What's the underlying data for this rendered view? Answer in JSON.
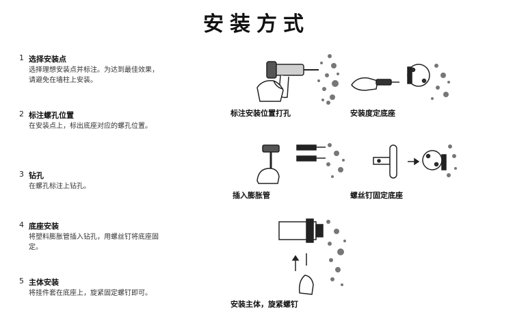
{
  "title": "安装方式",
  "steps": [
    {
      "num": "1",
      "heading": "选择安装点",
      "desc": "选择理想安装点并标注。为达到最佳效果，请避免在墙柱上安装。"
    },
    {
      "num": "2",
      "heading": "标注螺孔位置",
      "desc": "在安装点上，标出底座对应的螺孔位置。"
    },
    {
      "num": "3",
      "heading": "钻孔",
      "desc": "在螺孔标注上钻孔。"
    },
    {
      "num": "4",
      "heading": "底座安装",
      "desc": "将塑料膨胀管插入钻孔，用螺丝钉将底座固定。"
    },
    {
      "num": "5",
      "heading": "主体安装",
      "desc": "将挂件套在底座上，旋紧固定螺钉即可。"
    }
  ],
  "captions": {
    "drill": "标注安装位置打孔",
    "base": "安装度定底座",
    "anchor": "插入膨胀管",
    "screw": "螺丝钉固定底座",
    "body": "安装主体，旋紧螺钉"
  }
}
